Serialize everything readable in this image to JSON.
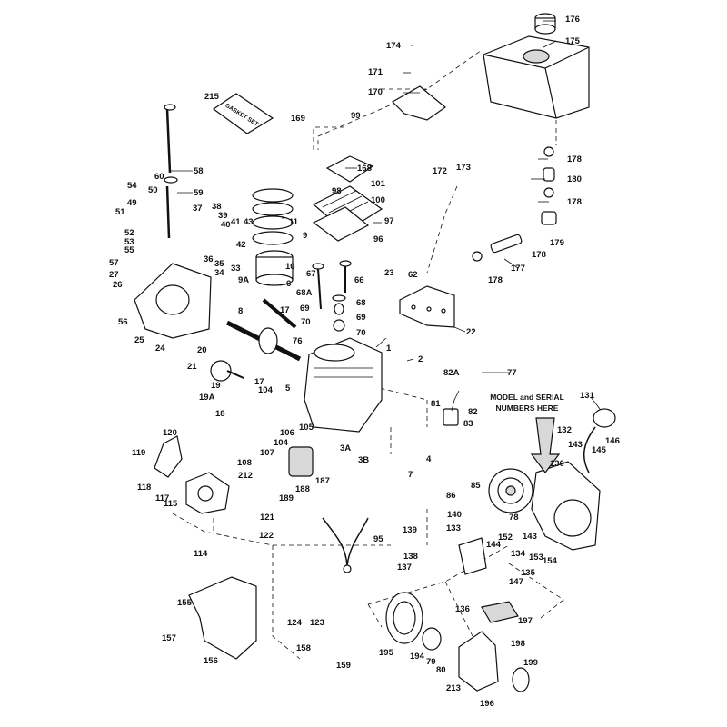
{
  "callouts": [
    {
      "id": "176",
      "text": "176"
    },
    {
      "id": "175",
      "text": "175"
    },
    {
      "id": "174",
      "text": "174"
    },
    {
      "id": "171",
      "text": "171"
    },
    {
      "id": "170",
      "text": "170"
    },
    {
      "id": "215",
      "text": "215"
    },
    {
      "id": "169",
      "text": "169"
    },
    {
      "id": "99",
      "text": "99"
    },
    {
      "id": "178a",
      "text": "178"
    },
    {
      "id": "58",
      "text": "58"
    },
    {
      "id": "168",
      "text": "168"
    },
    {
      "id": "172",
      "text": "172"
    },
    {
      "id": "173",
      "text": "173"
    },
    {
      "id": "180",
      "text": "180"
    },
    {
      "id": "60",
      "text": "60"
    },
    {
      "id": "59",
      "text": "59"
    },
    {
      "id": "101",
      "text": "101"
    },
    {
      "id": "98",
      "text": "98"
    },
    {
      "id": "100",
      "text": "100"
    },
    {
      "id": "178b",
      "text": "178"
    },
    {
      "id": "54",
      "text": "54"
    },
    {
      "id": "50",
      "text": "50"
    },
    {
      "id": "38",
      "text": "38"
    },
    {
      "id": "37",
      "text": "37"
    },
    {
      "id": "39",
      "text": "39"
    },
    {
      "id": "49",
      "text": "49"
    },
    {
      "id": "11",
      "text": "11"
    },
    {
      "id": "97",
      "text": "97"
    },
    {
      "id": "51",
      "text": "51"
    },
    {
      "id": "40",
      "text": "40"
    },
    {
      "id": "41",
      "text": "41"
    },
    {
      "id": "43",
      "text": "43"
    },
    {
      "id": "52",
      "text": "52"
    },
    {
      "id": "9",
      "text": "9"
    },
    {
      "id": "96",
      "text": "96"
    },
    {
      "id": "179",
      "text": "179"
    },
    {
      "id": "53",
      "text": "53"
    },
    {
      "id": "42",
      "text": "42"
    },
    {
      "id": "55",
      "text": "55"
    },
    {
      "id": "178c",
      "text": "178"
    },
    {
      "id": "36",
      "text": "36"
    },
    {
      "id": "57",
      "text": "57"
    },
    {
      "id": "35",
      "text": "35"
    },
    {
      "id": "177",
      "text": "177"
    },
    {
      "id": "27",
      "text": "27"
    },
    {
      "id": "33",
      "text": "33"
    },
    {
      "id": "34",
      "text": "34"
    },
    {
      "id": "10",
      "text": "10"
    },
    {
      "id": "67",
      "text": "67"
    },
    {
      "id": "23",
      "text": "23"
    },
    {
      "id": "62",
      "text": "62"
    },
    {
      "id": "26",
      "text": "26"
    },
    {
      "id": "9A",
      "text": "9A"
    },
    {
      "id": "6",
      "text": "6"
    },
    {
      "id": "66",
      "text": "66"
    },
    {
      "id": "178d",
      "text": "178"
    },
    {
      "id": "68A",
      "text": "68A"
    },
    {
      "id": "17a",
      "text": "17"
    },
    {
      "id": "69a",
      "text": "69"
    },
    {
      "id": "68",
      "text": "68"
    },
    {
      "id": "8",
      "text": "8"
    },
    {
      "id": "56",
      "text": "56"
    },
    {
      "id": "70a",
      "text": "70"
    },
    {
      "id": "69b",
      "text": "69"
    },
    {
      "id": "25",
      "text": "25"
    },
    {
      "id": "24",
      "text": "24"
    },
    {
      "id": "70b",
      "text": "70"
    },
    {
      "id": "22",
      "text": "22"
    },
    {
      "id": "76",
      "text": "76"
    },
    {
      "id": "20",
      "text": "20"
    },
    {
      "id": "1",
      "text": "1"
    },
    {
      "id": "2",
      "text": "2"
    },
    {
      "id": "21",
      "text": "21"
    },
    {
      "id": "77",
      "text": "77"
    },
    {
      "id": "82A",
      "text": "82A"
    },
    {
      "id": "17b",
      "text": "17"
    },
    {
      "id": "19",
      "text": "19"
    },
    {
      "id": "104",
      "text": "104"
    },
    {
      "id": "5",
      "text": "5"
    },
    {
      "id": "131",
      "text": "131"
    },
    {
      "id": "19A",
      "text": "19A"
    },
    {
      "id": "18",
      "text": "18"
    },
    {
      "id": "81",
      "text": "81"
    },
    {
      "id": "82",
      "text": "82"
    },
    {
      "id": "106",
      "text": "106"
    },
    {
      "id": "105",
      "text": "105"
    },
    {
      "id": "83",
      "text": "83"
    },
    {
      "id": "132",
      "text": "132"
    },
    {
      "id": "120",
      "text": "120"
    },
    {
      "id": "104b",
      "text": "104"
    },
    {
      "id": "143",
      "text": "143"
    },
    {
      "id": "146",
      "text": "146"
    },
    {
      "id": "3A",
      "text": "3A"
    },
    {
      "id": "119",
      "text": "119"
    },
    {
      "id": "107",
      "text": "107"
    },
    {
      "id": "145",
      "text": "145"
    },
    {
      "id": "3B",
      "text": "3B"
    },
    {
      "id": "4",
      "text": "4"
    },
    {
      "id": "108",
      "text": "108"
    },
    {
      "id": "7",
      "text": "7"
    },
    {
      "id": "85",
      "text": "85"
    },
    {
      "id": "118",
      "text": "118"
    },
    {
      "id": "187",
      "text": "187"
    },
    {
      "id": "130",
      "text": "130"
    },
    {
      "id": "212",
      "text": "212"
    },
    {
      "id": "117",
      "text": "117"
    },
    {
      "id": "188",
      "text": "188"
    },
    {
      "id": "86",
      "text": "86"
    },
    {
      "id": "115",
      "text": "115"
    },
    {
      "id": "189",
      "text": "189"
    },
    {
      "id": "78",
      "text": "78"
    },
    {
      "id": "121",
      "text": "121"
    },
    {
      "id": "140",
      "text": "140"
    },
    {
      "id": "139",
      "text": "139"
    },
    {
      "id": "133",
      "text": "133"
    },
    {
      "id": "152",
      "text": "152"
    },
    {
      "id": "143b",
      "text": "143"
    },
    {
      "id": "144",
      "text": "144"
    },
    {
      "id": "122",
      "text": "122"
    },
    {
      "id": "95",
      "text": "95"
    },
    {
      "id": "114",
      "text": "114"
    },
    {
      "id": "134",
      "text": "134"
    },
    {
      "id": "153",
      "text": "153"
    },
    {
      "id": "154",
      "text": "154"
    },
    {
      "id": "138",
      "text": "138"
    },
    {
      "id": "137",
      "text": "137"
    },
    {
      "id": "135",
      "text": "135"
    },
    {
      "id": "147",
      "text": "147"
    },
    {
      "id": "155",
      "text": "155"
    },
    {
      "id": "124",
      "text": "124"
    },
    {
      "id": "123",
      "text": "123"
    },
    {
      "id": "136",
      "text": "136"
    },
    {
      "id": "197",
      "text": "197"
    },
    {
      "id": "157",
      "text": "157"
    },
    {
      "id": "198",
      "text": "198"
    },
    {
      "id": "158",
      "text": "158"
    },
    {
      "id": "156",
      "text": "156"
    },
    {
      "id": "195",
      "text": "195"
    },
    {
      "id": "194",
      "text": "194"
    },
    {
      "id": "79",
      "text": "79"
    },
    {
      "id": "199",
      "text": "199"
    },
    {
      "id": "159",
      "text": "159"
    },
    {
      "id": "80",
      "text": "80"
    },
    {
      "id": "213",
      "text": "213"
    },
    {
      "id": "196",
      "text": "196"
    }
  ],
  "annotations": {
    "model_serial_line1": "MODEL and SERIAL",
    "model_serial_line2": "NUMBERS HERE",
    "gasket_set": "GASKET SET"
  }
}
